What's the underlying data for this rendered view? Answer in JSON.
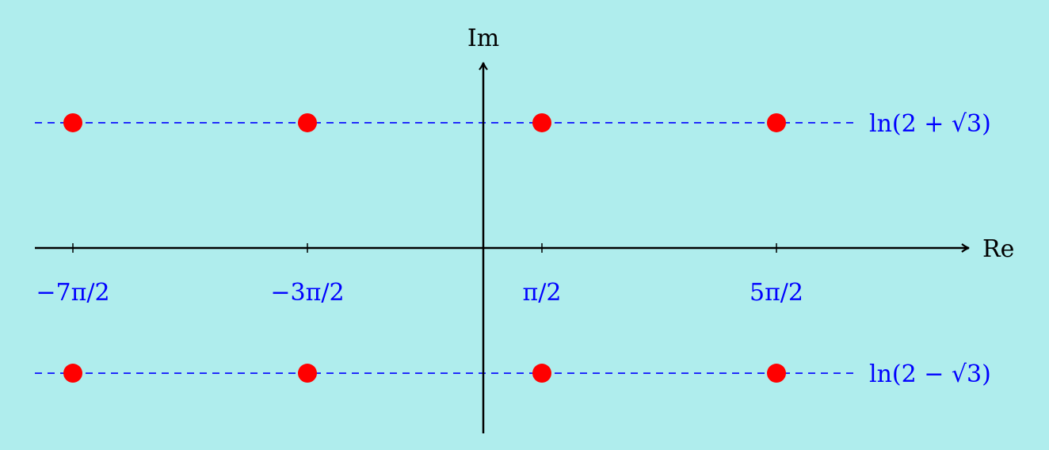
{
  "axes": {
    "x_label": "Re",
    "y_label": "Im"
  },
  "colors": {
    "background": "#afeded",
    "points": "#ff0000",
    "lines": "#0000ff",
    "axes": "#000000"
  },
  "chart_data": {
    "type": "scatter",
    "x_ticks": [
      {
        "value_over_pi": -3.5,
        "label": "−7π/2"
      },
      {
        "value_over_pi": -1.5,
        "label": "−3π/2"
      },
      {
        "value_over_pi": 0.5,
        "label": "π/2"
      },
      {
        "value_over_pi": 2.5,
        "label": "5π/2"
      }
    ],
    "horizontal_lines": [
      {
        "value": 1.317,
        "label": "ln(2 + √3)"
      },
      {
        "value": -1.317,
        "label": "ln(2 − √3)"
      }
    ]
  }
}
